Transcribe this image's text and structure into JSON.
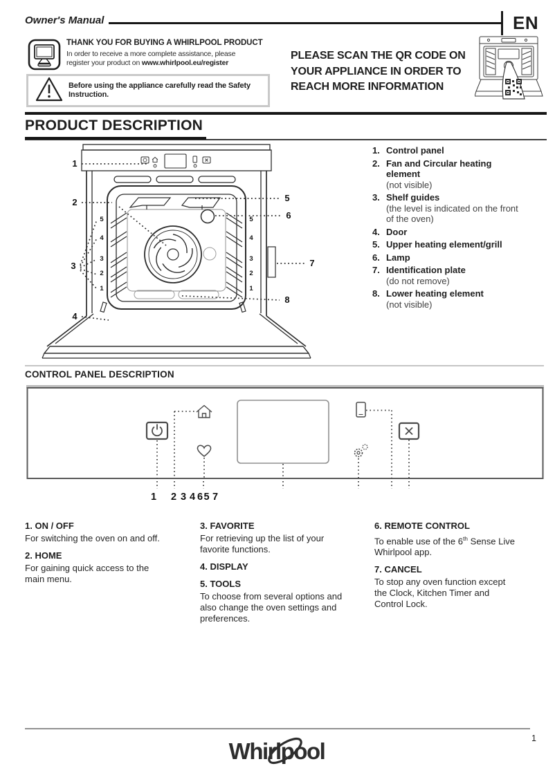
{
  "header": {
    "title": "Owner's Manual",
    "lang": "EN"
  },
  "register": {
    "icon": "computer-monitor-icon",
    "heading": "THANK YOU FOR BUYING A WHIRLPOOL PRODUCT",
    "line1": "In order to receive a more complete assistance, please",
    "line2_prefix": "register your product on ",
    "url": "www.whirlpool.eu/register"
  },
  "safety_notice": {
    "icon": "warning-triangle-icon",
    "line1": "Before using the appliance carefully read the Safety",
    "line2": "Instruction."
  },
  "qr_note": {
    "line1": "PLEASE SCAN THE QR CODE ON",
    "line2": "YOUR APPLIANCE IN ORDER TO",
    "line3": "REACH MORE INFORMATION",
    "illustration": "oven-with-qr-code-sticker"
  },
  "product_description": {
    "title": "PRODUCT DESCRIPTION",
    "items": [
      {
        "num": "1.",
        "label": "Control panel",
        "note": ""
      },
      {
        "num": "2.",
        "label": "Fan and Circular heating element",
        "note": "(not visible)"
      },
      {
        "num": "3.",
        "label": "Shelf guides",
        "note": "(the level is indicated on the front of the oven)"
      },
      {
        "num": "4.",
        "label": "Door",
        "note": ""
      },
      {
        "num": "5.",
        "label": "Upper heating element/grill",
        "note": ""
      },
      {
        "num": "6.",
        "label": "Lamp",
        "note": ""
      },
      {
        "num": "7.",
        "label": "Identification plate",
        "note": "(do not remove)"
      },
      {
        "num": "8.",
        "label": "Lower heating element",
        "note": "(not visible)"
      }
    ],
    "diagram": {
      "callouts": [
        "1",
        "2",
        "3",
        "4",
        "5",
        "6",
        "7",
        "8"
      ],
      "shelf_levels": [
        "5",
        "4",
        "3",
        "2",
        "1"
      ]
    }
  },
  "control_panel": {
    "title": "CONTROL PANEL DESCRIPTION",
    "icons": [
      "power-icon",
      "home-icon",
      "heart-icon",
      "display-screen",
      "smartphone-icon",
      "gears-icon",
      "x-cancel-icon"
    ],
    "numbers_row": [
      "1",
      "2",
      "3",
      "4",
      "6",
      "5",
      "7"
    ],
    "functions": [
      {
        "num": "1.",
        "name": "ON / OFF",
        "desc": "For switching the oven on and off."
      },
      {
        "num": "2.",
        "name": "HOME",
        "desc": "For gaining quick access to the main menu."
      },
      {
        "num": "3.",
        "name": "FAVORITE",
        "desc": "For retrieving up the list of your favorite functions."
      },
      {
        "num": "4.",
        "name": "DISPLAY",
        "desc": ""
      },
      {
        "num": "5.",
        "name": "TOOLS",
        "desc": "To choose from several options and also change the oven settings and preferences."
      },
      {
        "num": "6.",
        "name": "REMOTE CONTROL",
        "desc_pre": "To enable use of the 6",
        "desc_sup": "th",
        "desc_post": " Sense Live Whirlpool app."
      },
      {
        "num": "7.",
        "name": "CANCEL",
        "desc": "To stop any oven function except the Clock, Kitchen Timer and Control Lock."
      }
    ]
  },
  "footer": {
    "brand": "Whirlpool",
    "page": "1"
  }
}
